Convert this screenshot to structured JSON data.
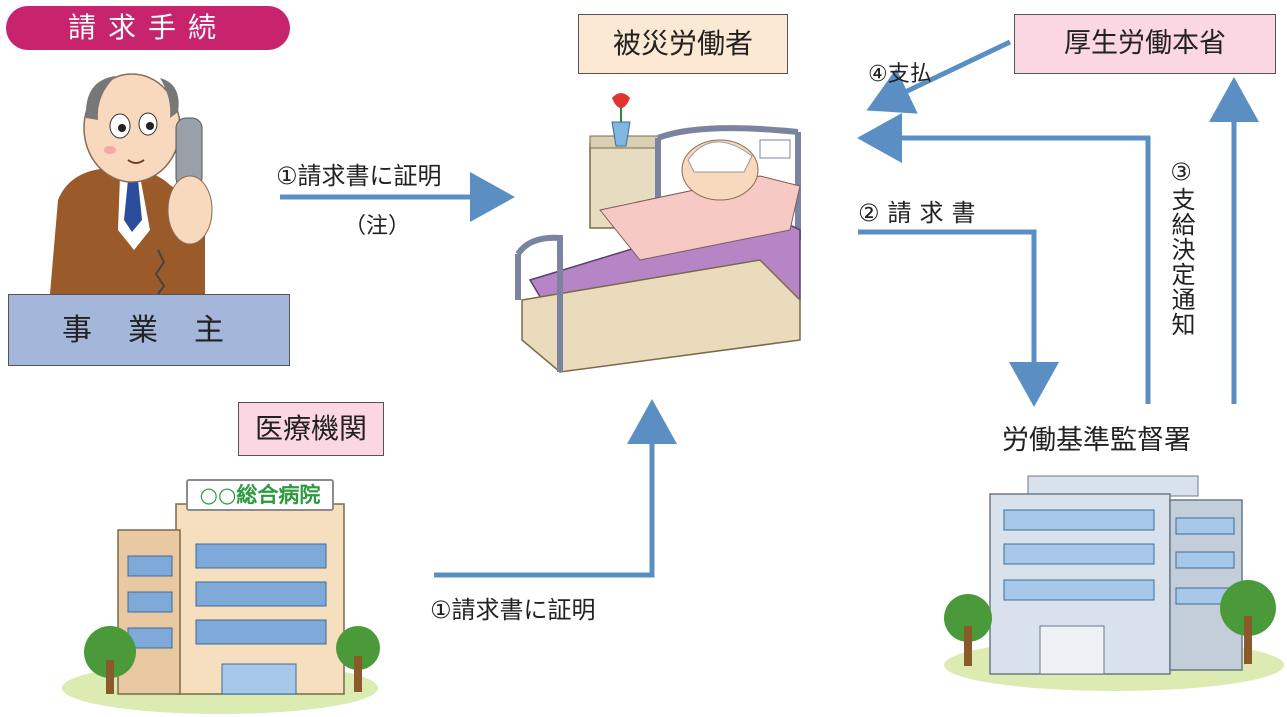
{
  "title": "請求手続",
  "nodes": {
    "victim": "被災労働者",
    "ministry": "厚生労働本省",
    "employer": "事業主",
    "medical": "医療機関",
    "labor_office": "労働基準監督署",
    "hospital_sign": "○○総合病院"
  },
  "flows": {
    "employer_certify": "①請求書に証明",
    "employer_note": "（注）",
    "medical_certify": "①請求書に証明",
    "claim": "②請求書",
    "decision_notice": "③支給決定通知",
    "payment": "④支払"
  },
  "colors": {
    "arrow": "#5b8fc4",
    "title_bg": "#c8246e",
    "victim_box": "#fbe9d4",
    "pink_box": "#fbd6e3",
    "employer_box": "#a5b6db",
    "hospital_text": "#2c9a3e"
  }
}
